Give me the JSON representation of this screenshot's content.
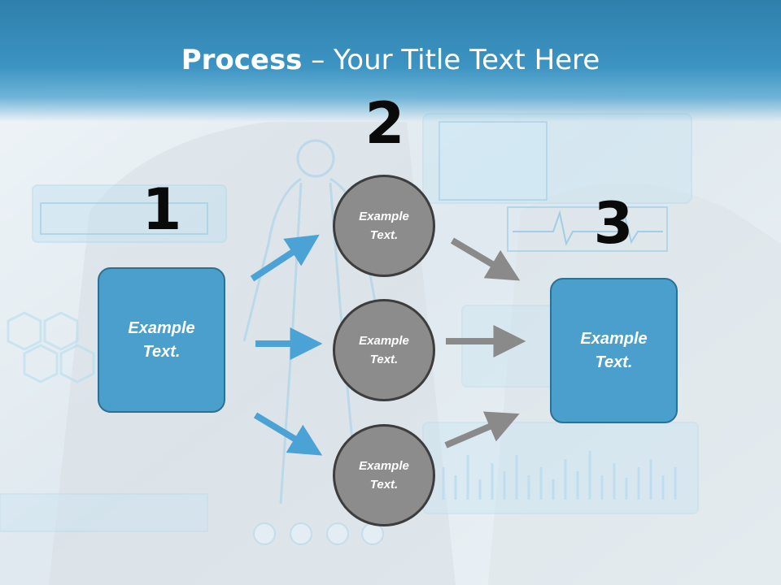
{
  "title": {
    "bold": "Process",
    "rest": " – Your Title Text Here"
  },
  "steps": [
    {
      "number": "1",
      "box_text": "Example\nText."
    },
    {
      "number": "2",
      "circles": [
        "Example\nText.",
        "Example\nText.",
        "Example\nText."
      ]
    },
    {
      "number": "3",
      "box_text": "Example\nText."
    }
  ],
  "colors": {
    "box_fill": "#4a9fcc",
    "circle_fill": "#8c8c8c",
    "arrow_blue": "#4aa3d4",
    "arrow_gray": "#8a8a8a",
    "title_band": "#3c94c2"
  }
}
